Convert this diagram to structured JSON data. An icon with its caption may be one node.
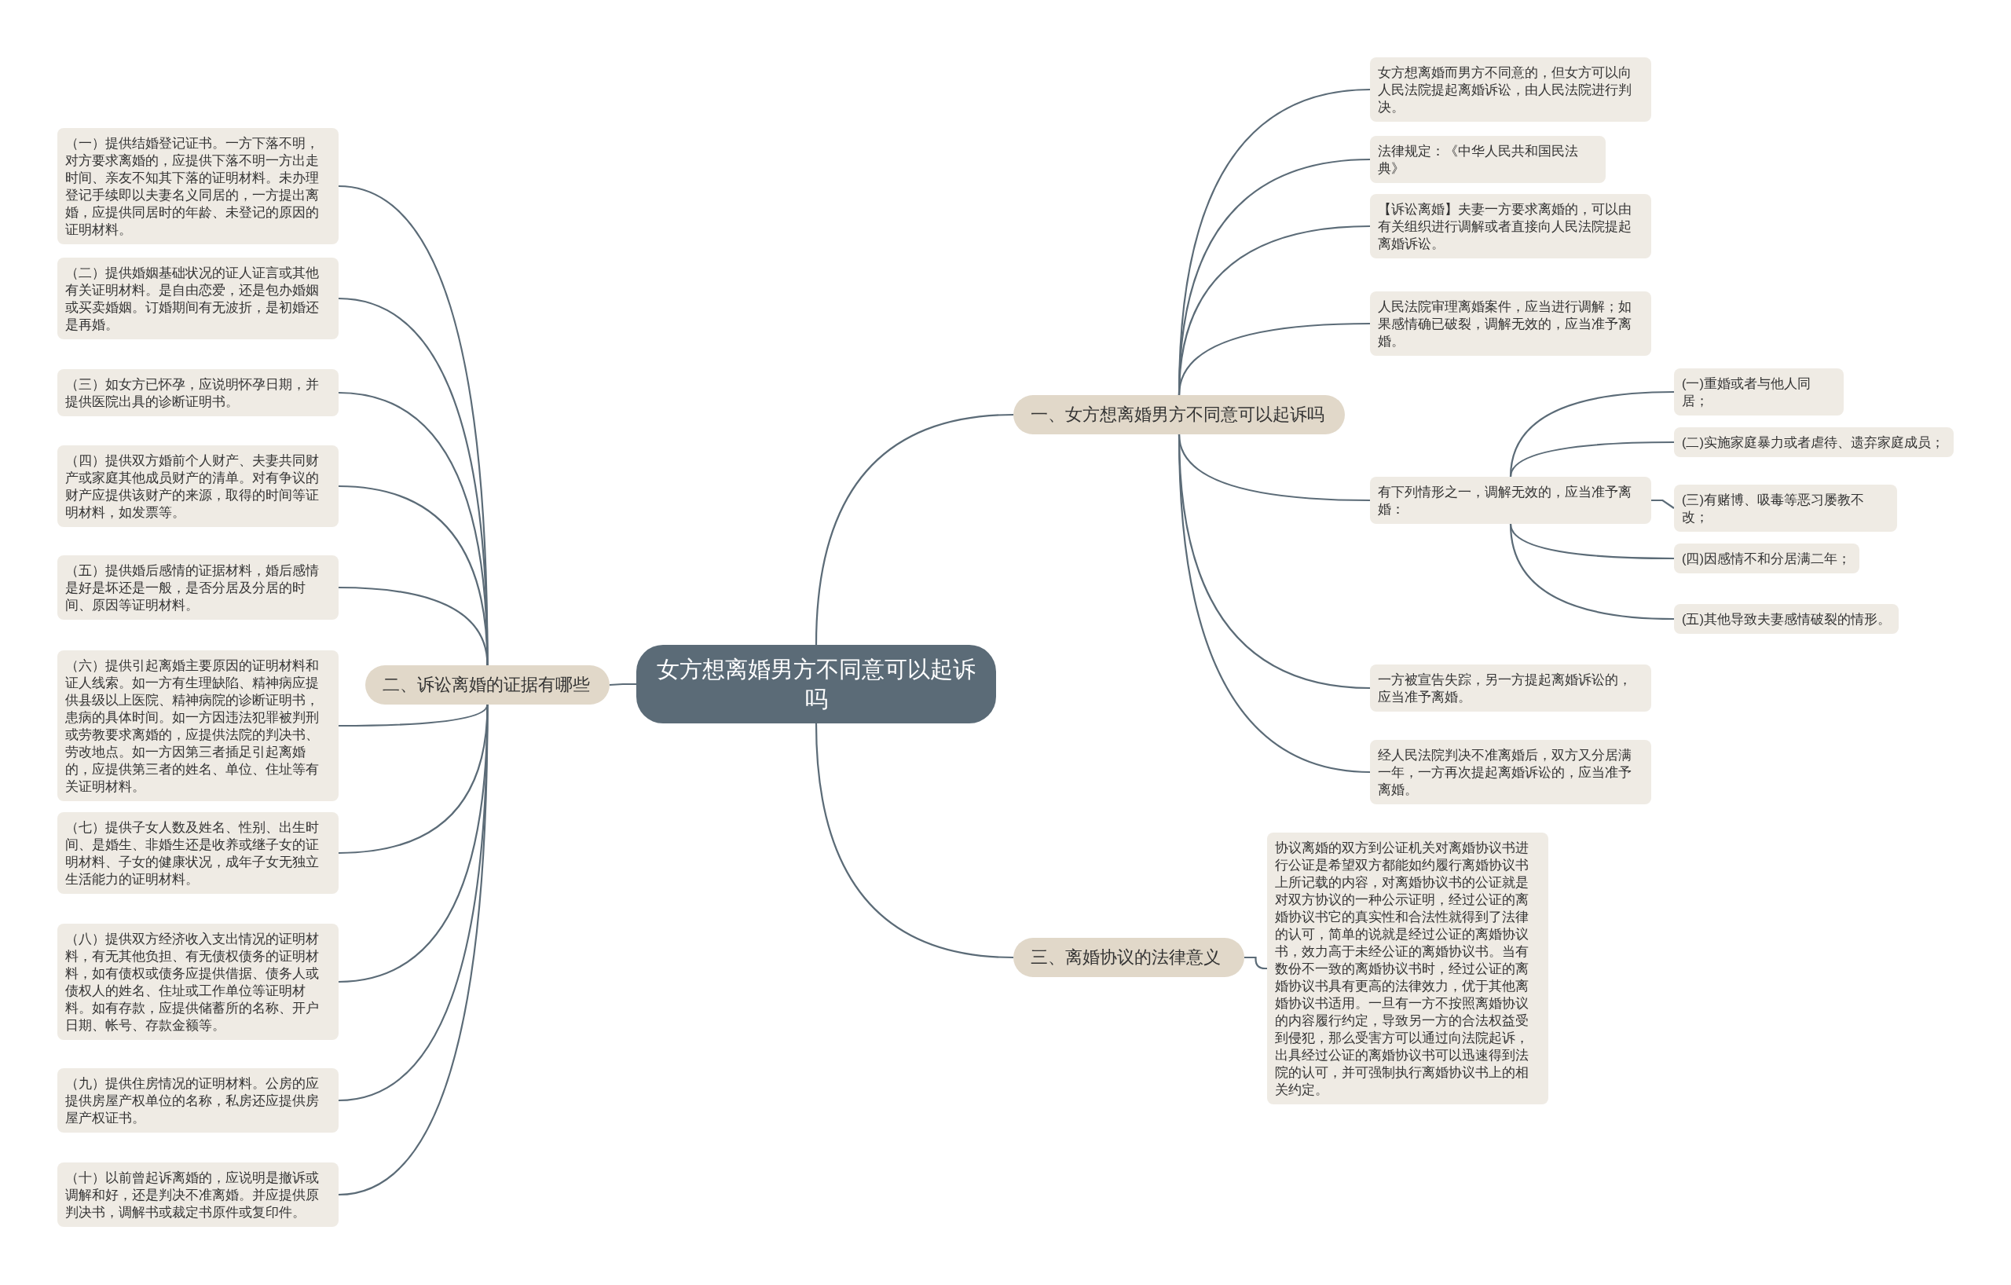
{
  "diagram": {
    "nodes": [
      {
        "text": [
          "女方想离婚男方不同意可以起诉吗"
        ]
      },
      {
        "text": [
          "一、女方想离婚男方不同意可以起诉吗"
        ]
      },
      {
        "text": [
          "女方想离婚而男方不同意的，但女方可以向人民法院提起离婚诉讼，由人民法院进行判决。"
        ]
      },
      {
        "text": [
          "法律规定：《中华人民共和国民法典》"
        ]
      },
      {
        "text": [
          "【诉讼离婚】夫妻一方要求离婚的，可以由有关组织进行调解或者直接向人民法院提起离婚诉讼。"
        ]
      },
      {
        "text": [
          "人民法院审理离婚案件，应当进行调解；如果感情确已破裂，调解无效的，应当准予离婚。"
        ]
      },
      {
        "text": [
          "有下列情形之一，调解无效的，应当准予离婚："
        ]
      },
      {
        "text": [
          "一方被宣告失踪，另一方提起离婚诉讼的，应当准予离婚。"
        ]
      },
      {
        "text": [
          "经人民法院判决不准离婚后，双方又分居满一年，一方再次提起离婚诉讼的，应当准予离婚。"
        ]
      },
      {
        "text": [
          "(一)重婚或者与他人同居；"
        ]
      },
      {
        "text": [
          "(二)实施家庭暴力或者虐待、遗弃家庭成员；"
        ]
      },
      {
        "text": [
          "(三)有赌博、吸毒等恶习屡教不改；"
        ]
      },
      {
        "text": [
          "(四)因感情不和分居满二年；"
        ]
      },
      {
        "text": [
          "(五)其他导致夫妻感情破裂的情形。"
        ]
      },
      {
        "text": [
          "三、离婚协议的法律意义"
        ]
      },
      {
        "text": [
          "协议离婚的双方到公证机关对离婚协议书进行公证是希望双方都能如约履行离婚协议书上所记载的内容，对离婚协议书的公证就是对双方协议的一种公示证明，经过公证的离婚协议书它的真实性和合法性就得到了法律的认可，简单的说就是经过公证的离婚协议书，效力高于未经公证的离婚协议书。当有数份不一致的离婚协议书时，经过公证的离婚协议书具有更高的法律效力，优于其他离婚协议书适用。一旦有一方不按照离婚协议的内容履行约定，导致另一方的合法权益受到侵犯，那么受害方可以通过向法院起诉，出具经过公证的离婚协议书可以迅速得到法院的认可，并可强制执行离婚协议书上的相关约定。"
        ]
      },
      {
        "text": [
          "二、诉讼离婚的证据有哪些"
        ]
      },
      {
        "text": [
          "（一）提供结婚登记证书。一方下落不明，对方要求离婚的，应提供下落不明一方出走时间、亲友不知其下落的证明材料。未办理登记手续即以夫妻名义同居的，一方提出离婚，应提供同居时的年龄、未登记的原因的证明材料。"
        ]
      },
      {
        "text": [
          "（二）提供婚姻基础状况的证人证言或其他有关证明材料。是自由恋爱，还是包办婚姻或买卖婚姻。订婚期间有无波折，是初婚还是再婚。"
        ]
      },
      {
        "text": [
          "（三）如女方已怀孕，应说明怀孕日期，并提供医院出具的诊断证明书。"
        ]
      },
      {
        "text": [
          "（四）提供双方婚前个人财产、夫妻共同财产或家庭其他成员财产的清单。对有争议的财产应提供该财产的来源，取得的时间等证明材料，如发票等。"
        ]
      },
      {
        "text": [
          "（五）提供婚后感情的证据材料，婚后感情是好是坏还是一般，是否分居及分居的时间、原因等证明材料。"
        ]
      },
      {
        "text": [
          "（六）提供引起离婚主要原因的证明材料和证人线索。如一方有生理缺陷、精神病应提供县级以上医院、精神病院的诊断证明书，患病的具体时间。如一方因违法犯罪被判刑或劳教要求离婚的，应提供法院的判决书、劳改地点。如一方因第三者插足引起离婚的，应提供第三者的姓名、单位、住址等有关证明材料。"
        ]
      },
      {
        "text": [
          "（七）提供子女人数及姓名、性别、出生时间、是婚生、非婚生还是收养或继子女的证明材料、子女的健康状况，成年子女无独立生活能力的证明材料。"
        ]
      },
      {
        "text": [
          "（八）提供双方经济收入支出情况的证明材料，有无其他负担、有无债权债务的证明材料，如有债权或债务应提供借据、债务人或债权人的姓名、住址或工作单位等证明材料。如有存款，应提供储蓄所的名称、开户日期、帐号、存款金额等。"
        ]
      },
      {
        "text": [
          "（九）提供住房情况的证明材料。公房的应提供房屋产权单位的名称，私房还应提供房屋产权证书。"
        ]
      },
      {
        "text": [
          "（十）以前曾起诉离婚的，应说明是撤诉或调解和好，还是判决不准离婚。并应提供原判决书，调解书或裁定书原件或复印件。"
        ]
      }
    ],
    "edges": [
      {
        "from": 0,
        "to": 1,
        "arrow": "none"
      },
      {
        "from": 1,
        "to": 2,
        "arrow": "none"
      },
      {
        "from": 1,
        "to": 3,
        "arrow": "none"
      },
      {
        "from": 1,
        "to": 4,
        "arrow": "none"
      },
      {
        "from": 1,
        "to": 5,
        "arrow": "none"
      },
      {
        "from": 1,
        "to": 6,
        "arrow": "none"
      },
      {
        "from": 1,
        "to": 7,
        "arrow": "none"
      },
      {
        "from": 1,
        "to": 8,
        "arrow": "none"
      },
      {
        "from": 6,
        "to": 9,
        "arrow": "none"
      },
      {
        "from": 6,
        "to": 10,
        "arrow": "none"
      },
      {
        "from": 6,
        "to": 11,
        "arrow": "none"
      },
      {
        "from": 6,
        "to": 12,
        "arrow": "none"
      },
      {
        "from": 6,
        "to": 13,
        "arrow": "none"
      },
      {
        "from": 0,
        "to": 14,
        "arrow": "none"
      },
      {
        "from": 14,
        "to": 15,
        "arrow": "none"
      },
      {
        "from": 0,
        "to": 16,
        "arrow": "none"
      },
      {
        "from": 16,
        "to": 17,
        "arrow": "none"
      },
      {
        "from": 16,
        "to": 18,
        "arrow": "none"
      },
      {
        "from": 16,
        "to": 19,
        "arrow": "none"
      },
      {
        "from": 16,
        "to": 20,
        "arrow": "none"
      },
      {
        "from": 16,
        "to": 21,
        "arrow": "none"
      },
      {
        "from": 16,
        "to": 22,
        "arrow": "none"
      },
      {
        "from": 16,
        "to": 23,
        "arrow": "none"
      },
      {
        "from": 16,
        "to": 24,
        "arrow": "none"
      },
      {
        "from": 16,
        "to": 25,
        "arrow": "none"
      },
      {
        "from": 16,
        "to": 26,
        "arrow": "none"
      }
    ]
  }
}
